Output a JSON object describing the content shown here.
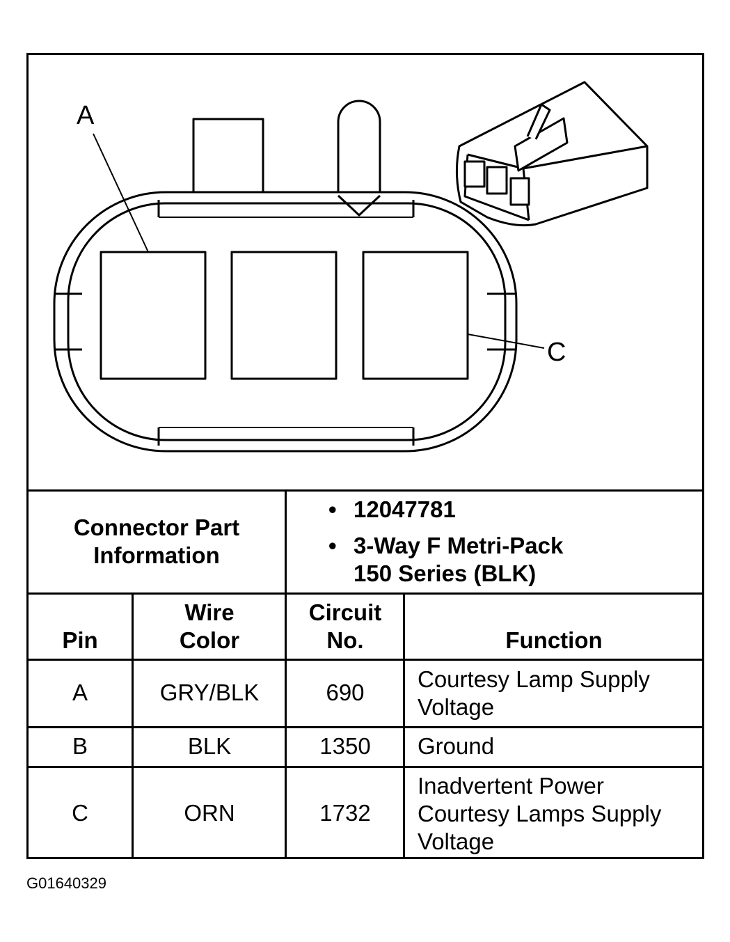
{
  "figure_id": "G01640329",
  "diagram": {
    "callouts": {
      "a": "A",
      "c": "C"
    }
  },
  "connector_info": {
    "label_line1": "Connector Part",
    "label_line2": "Information",
    "bullet_symbol": "•",
    "part_number": "12047781",
    "description_line1": "3-Way F Metri-Pack",
    "description_line2": "150 Series (BLK)"
  },
  "table": {
    "headers": {
      "pin": "Pin",
      "wire_color_line1": "Wire",
      "wire_color_line2": "Color",
      "circuit_line1": "Circuit",
      "circuit_line2": "No.",
      "function": "Function"
    },
    "rows": [
      {
        "pin": "A",
        "wire_color": "GRY/BLK",
        "circuit": "690",
        "function_lines": [
          "Courtesy Lamp Supply",
          "Voltage"
        ]
      },
      {
        "pin": "B",
        "wire_color": "BLK",
        "circuit": "1350",
        "function_lines": [
          "Ground"
        ]
      },
      {
        "pin": "C",
        "wire_color": "ORN",
        "circuit": "1732",
        "function_lines": [
          "Inadvertent Power",
          "Courtesy Lamps Supply",
          "Voltage"
        ]
      }
    ]
  }
}
